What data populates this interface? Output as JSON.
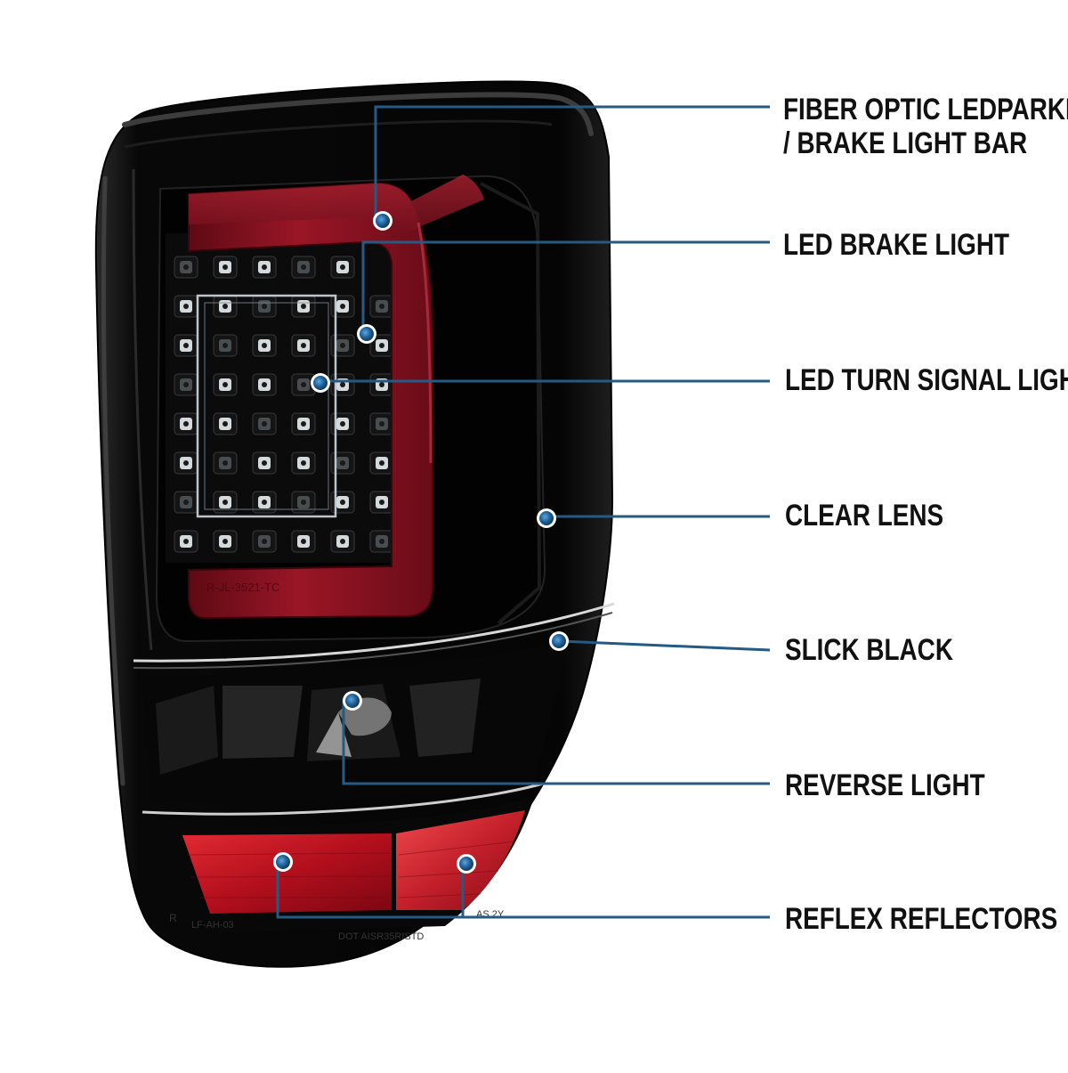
{
  "callouts": {
    "fiber_optic": {
      "line1": "FIBER OPTIC LEDPARKING",
      "line2": "/ BRAKE LIGHT BAR"
    },
    "led_brake": {
      "label": "LED BRAKE LIGHT"
    },
    "led_turn": {
      "label": "LED TURN SIGNAL LIGHT"
    },
    "clear_lens": {
      "label": "CLEAR LENS"
    },
    "slick_black": {
      "label": "SLICK BLACK"
    },
    "reverse": {
      "label": "REVERSE LIGHT"
    },
    "reflex": {
      "label": "REFLEX REFLECTORS"
    }
  },
  "lens_markings": {
    "bar_molding": "R-JL-3521-TC",
    "bottom_left": "R",
    "bottom_code": "LF-AH-03",
    "bottom_dot": "DOT AISR35RISTD",
    "bottom_right": "AS 2Y"
  },
  "colors": {
    "callout_line": "#245a84",
    "callout_dot": "#1f5f96",
    "housing": "#050505",
    "light_bar": "#8c1220",
    "reflector": "#c0141f"
  }
}
